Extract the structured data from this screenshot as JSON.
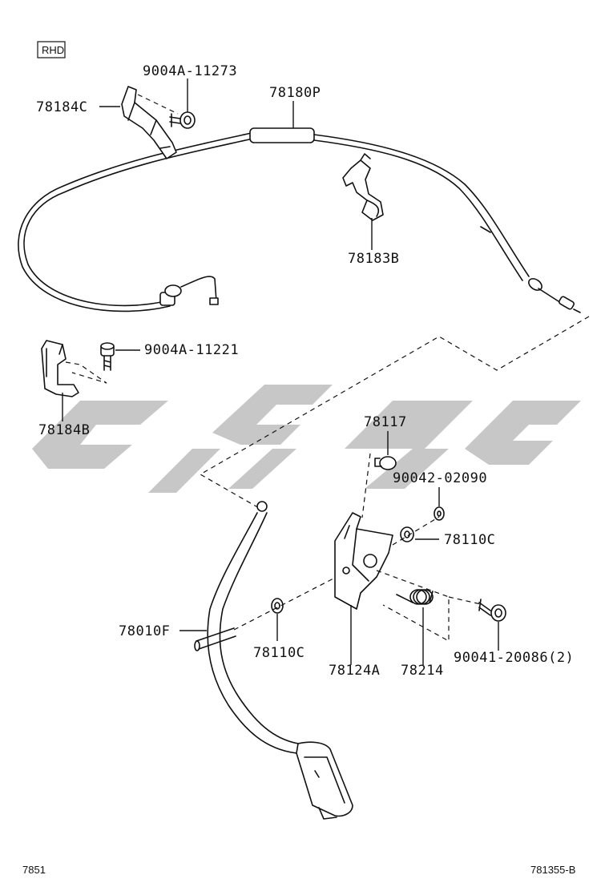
{
  "badge": "RHD",
  "labels": {
    "p9004A_11273": "9004A-11273",
    "p78184C": "78184C",
    "p78180P": "78180P",
    "p78183B": "78183B",
    "p9004A_11221": "9004A-11221",
    "p78184B": "78184B",
    "p78117": "78117",
    "p90042_02090": "90042-02090",
    "p78110C_upper": "78110C",
    "p78010F": "78010F",
    "p78110C_lower": "78110C",
    "p78124A": "78124A",
    "p78214": "78214",
    "p90041_20086": "90041-20086(2)"
  },
  "footer": {
    "left": "7851",
    "right": "781355-B"
  }
}
